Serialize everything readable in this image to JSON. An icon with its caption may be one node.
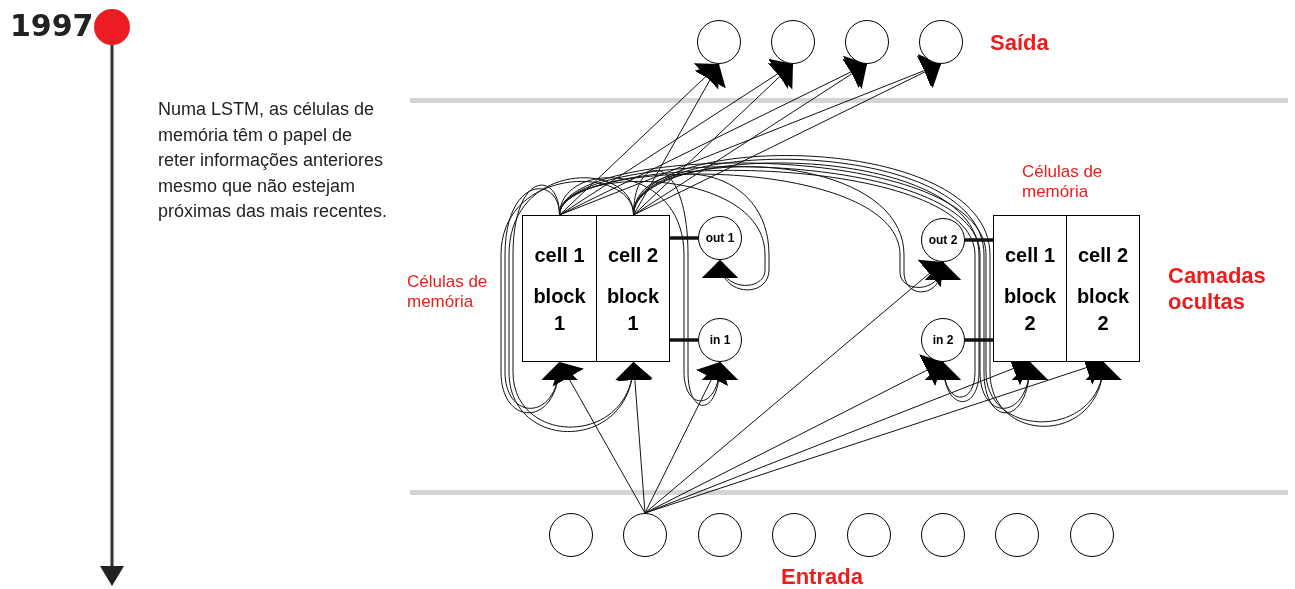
{
  "diagram": {
    "nodes": [
      {
        "text": [
          "cell 1",
          "block 1"
        ]
      },
      {
        "text": [
          "cell 2",
          "block 1"
        ]
      },
      {
        "text": [
          "out 1"
        ]
      },
      {
        "text": [
          "in 1"
        ]
      },
      {
        "text": [
          "out 2"
        ]
      },
      {
        "text": [
          "in 2"
        ]
      },
      {
        "text": [
          "cell 1",
          "block 2"
        ]
      },
      {
        "text": [
          "cell 2",
          "block 2"
        ]
      },
      {
        "text": [],
        "shape": "circle"
      },
      {
        "text": [],
        "shape": "circle"
      },
      {
        "text": [],
        "shape": "circle"
      },
      {
        "text": [],
        "shape": "circle"
      },
      {
        "text": [],
        "shape": "circle"
      },
      {
        "text": [],
        "shape": "circle"
      },
      {
        "text": [],
        "shape": "circle"
      },
      {
        "text": [],
        "shape": "circle"
      },
      {
        "text": [],
        "shape": "circle"
      },
      {
        "text": [],
        "shape": "circle"
      },
      {
        "text": [],
        "shape": "circle"
      },
      {
        "text": [],
        "shape": "circle"
      }
    ],
    "edges": [
      {
        "from": 2,
        "to": 1,
        "arrow": "none",
        "style": "thick"
      },
      {
        "from": 3,
        "to": 1,
        "arrow": "none",
        "style": "thick"
      },
      {
        "from": 4,
        "to": 6,
        "arrow": "none",
        "style": "thick"
      },
      {
        "from": 5,
        "to": 6,
        "arrow": "none",
        "style": "thick"
      },
      {
        "from": 0,
        "to": 8,
        "arrow": "to"
      },
      {
        "from": 0,
        "to": 9,
        "arrow": "to"
      },
      {
        "from": 0,
        "to": 10,
        "arrow": "to"
      },
      {
        "from": 0,
        "to": 11,
        "arrow": "to"
      },
      {
        "from": 1,
        "to": 8,
        "arrow": "to"
      },
      {
        "from": 1,
        "to": 9,
        "arrow": "to"
      },
      {
        "from": 1,
        "to": 10,
        "arrow": "to"
      },
      {
        "from": 1,
        "to": 11,
        "arrow": "to"
      },
      {
        "from": 13,
        "to": 0,
        "arrow": "to"
      },
      {
        "from": 13,
        "to": 1,
        "arrow": "to"
      },
      {
        "from": 13,
        "to": 3,
        "arrow": "to"
      },
      {
        "from": 13,
        "to": 4,
        "arrow": "to"
      },
      {
        "from": 13,
        "to": 5,
        "arrow": "to"
      },
      {
        "from": 13,
        "to": 6,
        "arrow": "to"
      },
      {
        "from": 13,
        "to": 7,
        "arrow": "to"
      },
      {
        "from": 0,
        "to": 0,
        "arrow": "to"
      },
      {
        "from": 0,
        "to": 1,
        "arrow": "to"
      },
      {
        "from": 0,
        "to": 2,
        "arrow": "to"
      },
      {
        "from": 0,
        "to": 3,
        "arrow": "to"
      },
      {
        "from": 0,
        "to": 4,
        "arrow": "to"
      },
      {
        "from": 0,
        "to": 5,
        "arrow": "to"
      },
      {
        "from": 0,
        "to": 6,
        "arrow": "to"
      },
      {
        "from": 0,
        "to": 7,
        "arrow": "to"
      },
      {
        "from": 1,
        "to": 0,
        "arrow": "to"
      },
      {
        "from": 1,
        "to": 1,
        "arrow": "to"
      },
      {
        "from": 1,
        "to": 2,
        "arrow": "to"
      },
      {
        "from": 1,
        "to": 3,
        "arrow": "to"
      },
      {
        "from": 1,
        "to": 4,
        "arrow": "to"
      },
      {
        "from": 1,
        "to": 5,
        "arrow": "to"
      },
      {
        "from": 1,
        "to": 6,
        "arrow": "to"
      },
      {
        "from": 1,
        "to": 7,
        "arrow": "to"
      }
    ],
    "labels": [
      "1997",
      "Numa LSTM, as células de memória têm o papel de reter informações anteriores mesmo que não estejam próximas das mais recentes.",
      "Saída",
      "Células de memória",
      "Células de memória",
      "Camadas ocultas",
      "Entrada"
    ]
  }
}
